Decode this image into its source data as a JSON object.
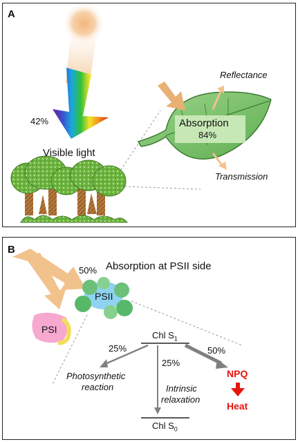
{
  "panel_a": {
    "label": "A",
    "visible_light": "Visible light",
    "visible_pct": "42%",
    "reflectance": "Reflectance",
    "absorption": "Absorption",
    "absorption_pct": "84%",
    "transmission": "Transmission"
  },
  "panel_b": {
    "label": "B",
    "title": "Absorption at PSII side",
    "psii_pct": "50%",
    "psii": "PSII",
    "psi": "PSI",
    "chl_s1": "Chl S",
    "chl_s1_sub": "1",
    "chl_s0": "Chl S",
    "chl_s0_sub": "0",
    "pct_photo": "25%",
    "pct_intrinsic": "25%",
    "pct_npq": "50%",
    "photosynthetic_line1": "Photosynthetic",
    "photosynthetic_line2": "reaction",
    "intrinsic_line1": "Intrinsic",
    "intrinsic_line2": "relaxation",
    "npq": "NPQ",
    "heat": "Heat"
  },
  "colors": {
    "arrow_tan": "#f2c28c",
    "leaf_green": "#7cc26a",
    "npq_red": "#e8140c",
    "psii_blue": "#8ed3ef",
    "psi_pink": "#f6a8cf"
  },
  "icons": [
    "sun-icon",
    "rainbow-arrow-icon",
    "leaf-icon",
    "trees-icon",
    "psii-complex-icon",
    "psi-complex-icon"
  ]
}
